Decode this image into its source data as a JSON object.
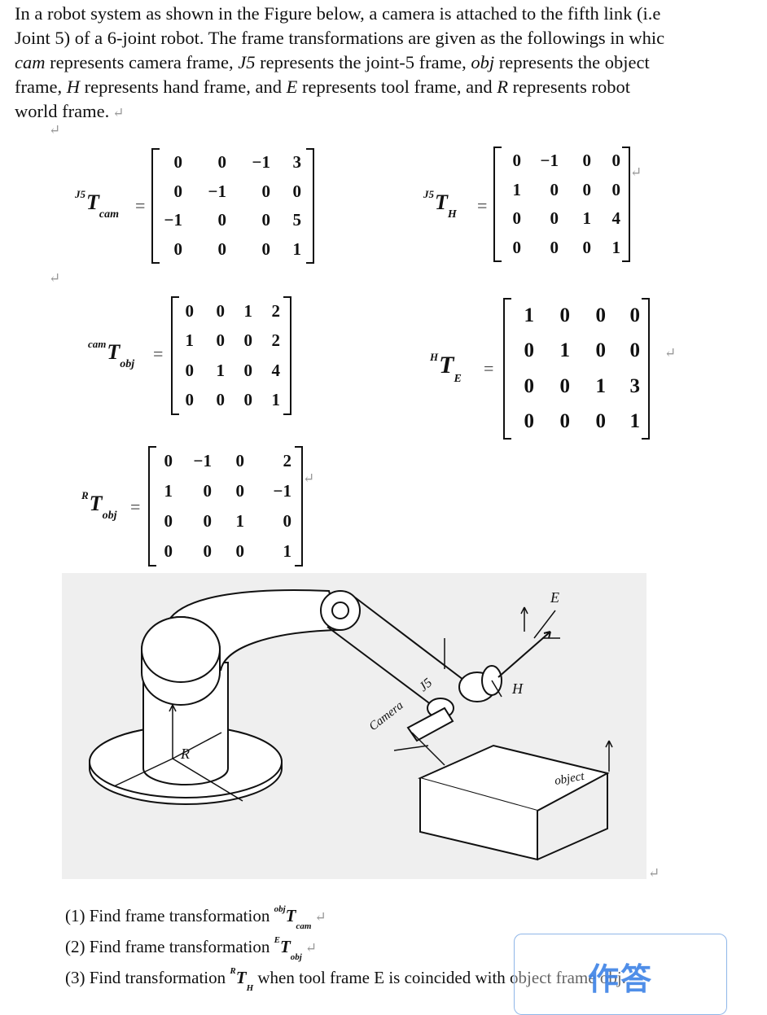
{
  "intro": {
    "line1": "In a robot system as shown in the Figure below, a camera is attached to the fifth link (i.e",
    "line2": "Joint 5) of a 6-joint robot. The frame transformations are given as the followings in whic",
    "line3_a": "cam",
    "line3_b": " represents camera frame, ",
    "line3_c": "J5",
    "line3_d": " represents the joint-5 frame, ",
    "line3_e": "obj",
    "line3_f": " represents the object",
    "line4_a": "frame, ",
    "line4_b": "H",
    "line4_c": " represents hand frame, and ",
    "line4_d": "E",
    "line4_e": " represents tool frame, and ",
    "line4_f": "R",
    "line4_g": " represents robot",
    "line5": "world frame."
  },
  "return_mark": "↵",
  "matrices": {
    "j5_t_cam": {
      "sup": "J5",
      "main": "T",
      "sub": "cam",
      "rows": [
        [
          "0",
          "0",
          "−1",
          "3"
        ],
        [
          "0",
          "−1",
          "0",
          "0"
        ],
        [
          "−1",
          "0",
          "0",
          "5"
        ],
        [
          "0",
          "0",
          "0",
          "1"
        ]
      ]
    },
    "j5_t_h": {
      "sup": "J5",
      "main": "T",
      "sub": "H",
      "rows": [
        [
          "0",
          "−1",
          "0",
          "0"
        ],
        [
          "1",
          "0",
          "0",
          "0"
        ],
        [
          "0",
          "0",
          "1",
          "4"
        ],
        [
          "0",
          "0",
          "0",
          "1"
        ]
      ]
    },
    "cam_t_obj": {
      "sup": "cam",
      "main": "T",
      "sub": "obj",
      "rows": [
        [
          "0",
          "0",
          "1",
          "2"
        ],
        [
          "1",
          "0",
          "0",
          "2"
        ],
        [
          "0",
          "1",
          "0",
          "4"
        ],
        [
          "0",
          "0",
          "0",
          "1"
        ]
      ]
    },
    "h_t_e": {
      "sup": "H",
      "main": "T",
      "sub": "E",
      "rows": [
        [
          "1",
          "0",
          "0",
          "0"
        ],
        [
          "0",
          "1",
          "0",
          "0"
        ],
        [
          "0",
          "0",
          "1",
          "3"
        ],
        [
          "0",
          "0",
          "0",
          "1"
        ]
      ]
    },
    "r_t_obj": {
      "sup": "R",
      "main": "T",
      "sub": "obj",
      "rows": [
        [
          "0",
          "−1",
          "0",
          "2"
        ],
        [
          "1",
          "0",
          "0",
          "−1"
        ],
        [
          "0",
          "0",
          "1",
          "0"
        ],
        [
          "0",
          "0",
          "0",
          "1"
        ]
      ]
    }
  },
  "figure_labels": {
    "E": "E",
    "H": "H",
    "J5": "J5",
    "camera": "Camera",
    "R": "R",
    "object": "object"
  },
  "questions": [
    {
      "prefix": "(1) Find frame transformation ",
      "sup": "obj",
      "main": "T",
      "sub": "cam",
      "suffix": ""
    },
    {
      "prefix": "(2) Find frame transformation ",
      "sup": "E",
      "main": "T",
      "sub": "obj",
      "suffix": ""
    },
    {
      "prefix": "(3) Find transformation ",
      "sup": "R",
      "main": "T",
      "sub": "H",
      "suffix": " when tool frame E is coincided with object frame obj."
    }
  ],
  "answer_button": "作答"
}
